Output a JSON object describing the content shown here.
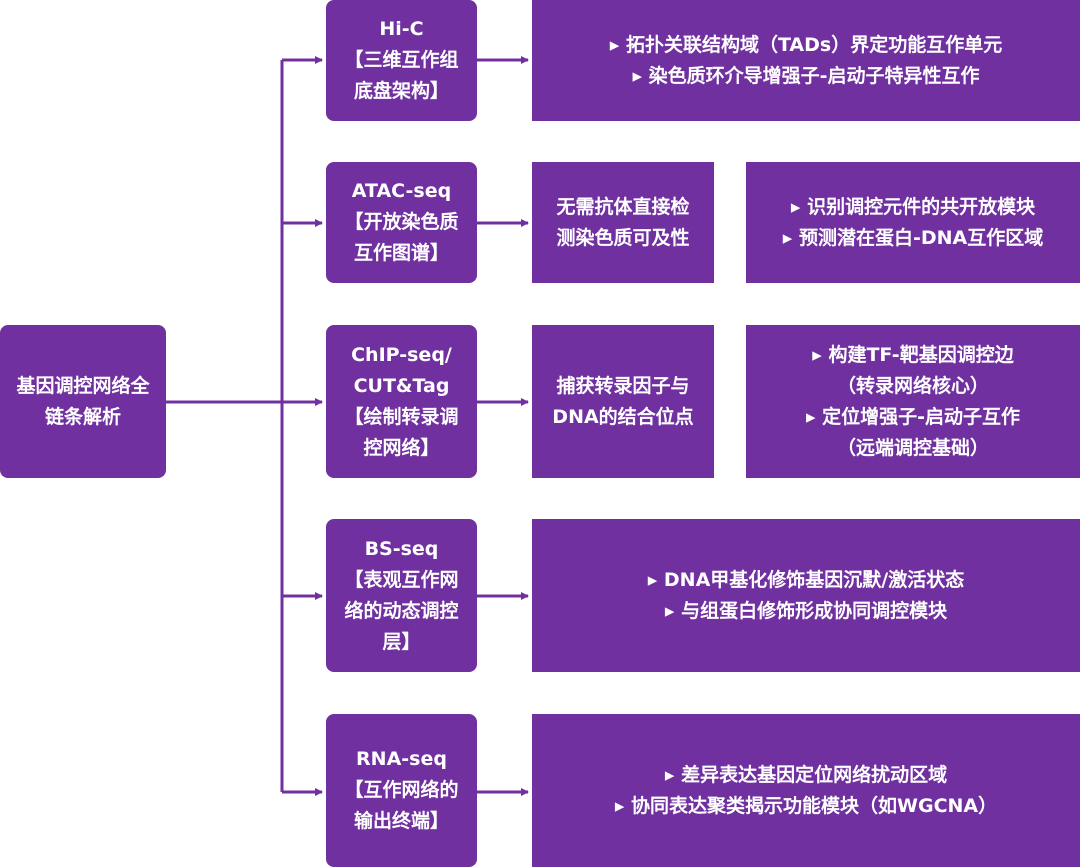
{
  "colors": {
    "box_fill": "#7030A0",
    "text": "#FFFFFF",
    "connector": "#7030A0"
  },
  "root": {
    "lines": [
      "基因调控网络全",
      "链条解析"
    ]
  },
  "rows": [
    {
      "method_lines": [
        "Hi-C",
        "【三维互作组",
        "底盘架构】"
      ],
      "desc_lines": [],
      "bullets": [
        "拓扑关联结构域（TADs）界定功能互作单元",
        "染色质环介导增强子-启动子特异性互作"
      ]
    },
    {
      "method_lines": [
        "ATAC-seq",
        "【开放染色质",
        "互作图谱】"
      ],
      "desc_lines": [
        "无需抗体直接检",
        "测染色质可及性"
      ],
      "bullets": [
        "识别调控元件的共开放模块",
        "预测潜在蛋白-DNA互作区域"
      ]
    },
    {
      "method_lines": [
        "ChIP-seq/",
        "CUT&Tag",
        "【绘制转录调",
        "控网络】"
      ],
      "desc_lines": [
        "捕获转录因子与",
        "DNA的结合位点"
      ],
      "bullets": [
        "构建TF-靶基因调控边",
        "（转录网络核心）",
        "定位增强子-启动子互作",
        "（远端调控基础）"
      ]
    },
    {
      "method_lines": [
        "BS-seq",
        "【表观互作网",
        "络的动态调控",
        "层】"
      ],
      "desc_lines": [],
      "bullets": [
        "DNA甲基化修饰基因沉默/激活状态",
        "与组蛋白修饰形成协同调控模块"
      ]
    },
    {
      "method_lines": [
        "RNA-seq",
        "【互作网络的",
        "输出终端】"
      ],
      "desc_lines": [],
      "bullets": [
        "差异表达基因定位网络扰动区域",
        "协同表达聚类揭示功能模块（如WGCNA）"
      ]
    }
  ]
}
